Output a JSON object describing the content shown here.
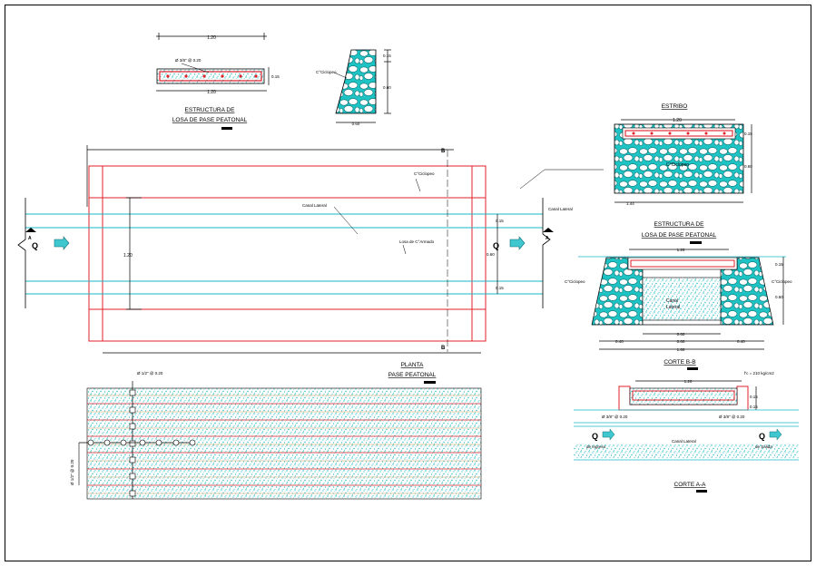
{
  "colors": {
    "cyan": "#17b8c4",
    "red": "#e0202a",
    "water": "#3fc7d0",
    "black": "#000000"
  },
  "titles": {
    "losa_title1": "ESTRUCTURA DE",
    "losa_title2": "LOSA DE PASE PEATONAL",
    "estribo": "ESTRIBO",
    "estructura2_1": "ESTRUCTURA DE",
    "estructura2_2": "LOSA DE PASE PEATONAL",
    "planta1": "PLANTA",
    "planta2": "PASE  PEATONAL",
    "corte_bb": "CORTE B-B",
    "corte_aa": "CORTE A-A"
  },
  "labels": {
    "ciclopeo_top": "C°Ciclopeo",
    "ciclopeo_plan": "C°Ciclopeo",
    "canal_lateral_plan": "Canal Lateral",
    "losa_armado": "Losa de C°Armado",
    "canal_lateral_right": "Canal Lateral",
    "ciclopeo_estribo": "C°Ciclopeo",
    "ciclopeo_bb_left": "C°Ciclopeo",
    "ciclopeo_bb_right": "C°Ciclopeo",
    "canal_bb_1": "Canal",
    "canal_bb_2": "Lateral",
    "canal_aa": "Canal Lateral",
    "fc": "f'c = 210 kg/cm2",
    "q": "Q",
    "section_b": "B",
    "section_a": "A",
    "inflow": "de Ingreso",
    "outflow": "de Salida",
    "rebar_losa": "Ø 3/8\" @ 0.20",
    "rebar_aa_left": "Ø 3/8\" @ 0.20",
    "rebar_aa_right": "Ø 3/8\" @ 0.20",
    "rebar_mesh_top": "Ø 1/2\" @ 0.20",
    "rebar_mesh_left": "Ø 1/2\" @ 0.20"
  },
  "dims": {
    "losa_top": "1.20",
    "losa_bottom": "1.20",
    "losa_h": "0.15",
    "wall_top": "0.15",
    "wall_h": "0.60",
    "wall_b": "0.60",
    "estribo_w": "1.20",
    "estribo_top": "0.15",
    "estribo_h": "0.60",
    "estribo_b": "1.44",
    "plan_h": "1.20",
    "plan_r1": "0.15",
    "plan_r2": "0.60",
    "plan_r3": "0.15",
    "bb_top": "1.20",
    "bb_r1": "0.15",
    "bb_r2": "0.60",
    "bb_b1": "0.60",
    "bb_b2": "0.60",
    "bb_bl": "0.40",
    "bb_br": "0.40",
    "bb_b3": "1.60",
    "aa_top": "1.20",
    "aa_r1": "0.15",
    "aa_r2": "0.15"
  }
}
